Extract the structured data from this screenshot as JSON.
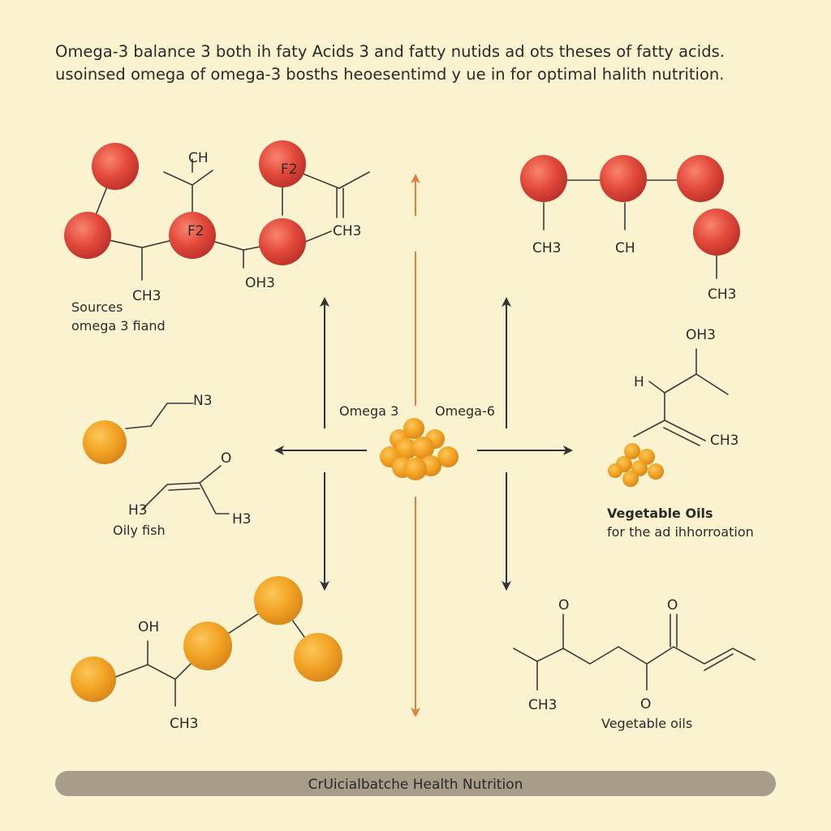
{
  "title": {
    "line1": "Omega-3 balance 3 both ih faty Acids 3 and fatty nutids ad ots theses of fatty acids.",
    "line2": "usoinsed omega of omega-3 bosths heoesentimd y ue in for optimal halith nutrition."
  },
  "center": {
    "omega3_label": "Omega 3",
    "omega6_label": "Omega-6"
  },
  "top_left_molecule": {
    "atoms": [
      "CH",
      "F2",
      "F2",
      "CH3",
      "OH3",
      "CH3"
    ]
  },
  "sources_note": {
    "line1": "Sources",
    "line2": "omega 3 fiand"
  },
  "top_right_molecule": {
    "atoms": [
      "CH3",
      "CH",
      "CH3"
    ]
  },
  "oily_fish": {
    "atoms": [
      "N3",
      "O",
      "H3",
      "H3"
    ],
    "label": "Oily fish"
  },
  "right_mid_molecule": {
    "atoms": [
      "OH3",
      "H",
      "CH3"
    ]
  },
  "vegetable_oils_mid": {
    "title": "Vegetable Oils",
    "subtitle": "for the ad ihhorroation"
  },
  "bottom_left_molecule": {
    "atoms": [
      "OH",
      "CH3"
    ]
  },
  "bottom_right_molecule": {
    "atoms": [
      "O",
      "O",
      "O",
      "CH3"
    ],
    "label": "Vegetable oils"
  },
  "footer": {
    "text": "CrUicialbatche Health Nutrition"
  },
  "colors": {
    "background": "#fbf3cf",
    "red_atom": "#e2483a",
    "orange_atom": "#f2a323",
    "arrow_orange": "#e0823a",
    "footer_bar": "#a79d89"
  }
}
